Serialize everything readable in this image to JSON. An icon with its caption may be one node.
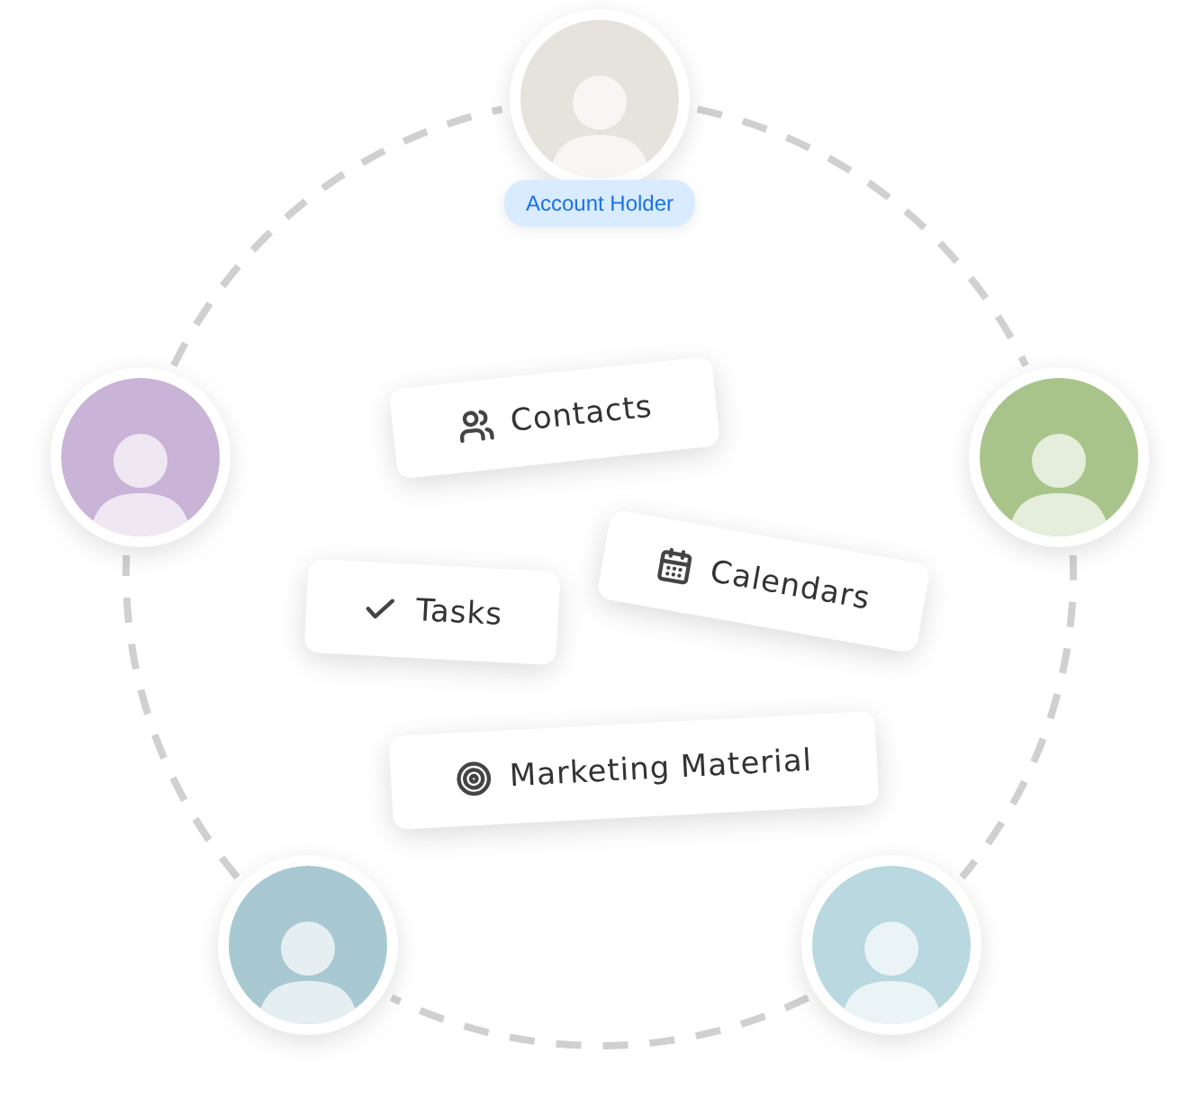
{
  "diagram": {
    "nodes": [
      {
        "text": [],
        "shape": "person",
        "beside": [
          "Account Holder"
        ]
      },
      {
        "text": [],
        "shape": "person"
      },
      {
        "text": [],
        "shape": "person"
      },
      {
        "text": [
          "Contacts"
        ]
      },
      {
        "text": [
          "Calendars"
        ]
      },
      {
        "text": [
          "Tasks"
        ]
      },
      {
        "text": [
          "Marketing Material"
        ]
      },
      {
        "text": [],
        "shape": "person"
      },
      {
        "text": [],
        "shape": "person"
      }
    ],
    "edges": [
      {
        "from": 0,
        "to": 2,
        "arrow": "none",
        "style": "dashed"
      },
      {
        "from": 2,
        "to": 8,
        "arrow": "none",
        "style": "dashed"
      },
      {
        "from": 8,
        "to": 7,
        "arrow": "none",
        "style": "dashed"
      },
      {
        "from": 7,
        "to": 1,
        "arrow": "none",
        "style": "dashed"
      },
      {
        "from": 1,
        "to": 0,
        "arrow": "none",
        "style": "dashed"
      }
    ]
  }
}
